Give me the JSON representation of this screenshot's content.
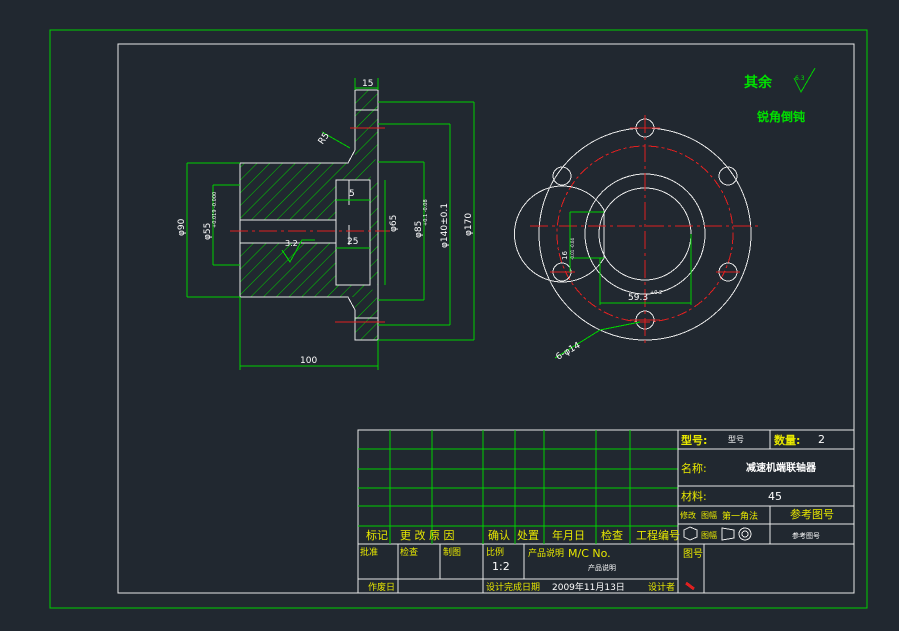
{
  "colors": {
    "background": "#212830",
    "frame": "#00d000",
    "geometry": "#e8e8e8",
    "centerline": "#e02020",
    "text_white": "#ffffff",
    "text_yellow": "#e8e800",
    "text_green": "#00e000"
  },
  "drawing": {
    "dim_15": "15",
    "dim_R5": "R5",
    "dim_phi90": "φ90",
    "dim_phi55": "φ55",
    "dim_phi55_tol": "+0.019 -0.000",
    "dim_5": "5",
    "dim_25": "25",
    "dim_phi65": "φ65",
    "dim_phi85": "φ85",
    "dim_phi85_tol": "+0.1 -0.08",
    "dim_phi140": "φ140±0.1",
    "dim_phi170": "φ170",
    "dim_100": "100",
    "roughness_3_2": "3.2",
    "dim_59_3": "59.3",
    "dim_59_3_tol": "+0.2",
    "dim_16": "16",
    "dim_16_tol": "-0.01 -0.04",
    "dim_holes": "6-φ14"
  },
  "notes": {
    "qiyu": "其余",
    "roughness_6_3": "6.3",
    "chamfer": "锐角倒钝"
  },
  "title_block": {
    "model_label": "型号:",
    "model_value": "型号",
    "qty_label": "数量:",
    "qty_value": "2",
    "name_label": "名称:",
    "name_value": "减速机端联轴器",
    "material_label": "材料:",
    "material_value": "45",
    "modify_label": "修改",
    "view_label": "图幅",
    "first_angle": "第一角法",
    "ref_drawing_label": "参考图号",
    "drawing_label": "图幅",
    "ref_drawing_value": "参考图号",
    "mark": "标记",
    "change": "更 改 原 因",
    "confirm": "确认",
    "process": "处置",
    "date": "年月日",
    "check": "检查",
    "eng_no": "工程编号",
    "approve": "批准",
    "check2": "检查",
    "draft": "制图",
    "scale_label": "比例",
    "scale_value": "1:2",
    "product_desc": "产品说明",
    "mc_no": "M/C No.",
    "product_desc2": "产品说明",
    "drawing_no": "图号",
    "author": "作废日",
    "design_date": "设计完成日期",
    "date_value": "2009年11月13日",
    "designer": "设计者"
  }
}
